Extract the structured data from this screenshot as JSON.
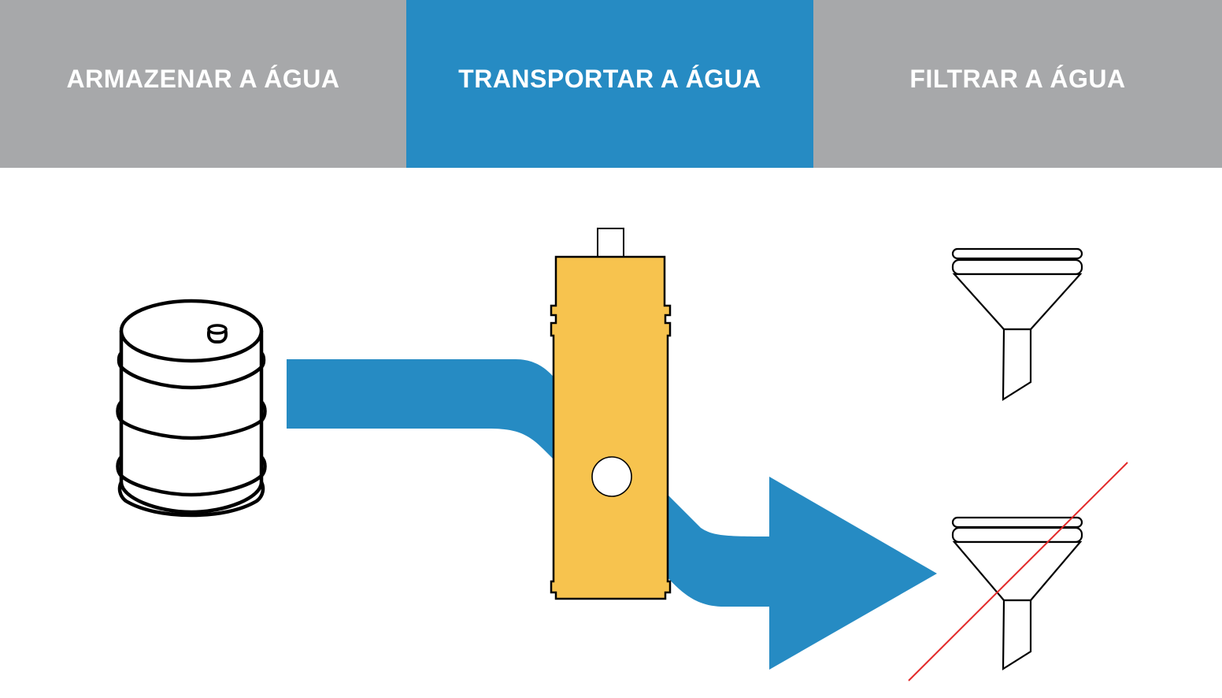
{
  "colors": {
    "tab_inactive": "#a7a8aa",
    "tab_active": "#268bc3",
    "tab_text": "#ffffff",
    "flow_arrow": "#268bc3",
    "container_fill": "#f7c34e",
    "outline": "#000000",
    "cross_out": "#e32a2a"
  },
  "tabs": [
    {
      "label": "ARMAZENAR A ÁGUA",
      "active": false
    },
    {
      "label": "TRANSPORTAR A ÁGUA",
      "active": true
    },
    {
      "label": "FILTRAR A ÁGUA",
      "active": false
    }
  ],
  "icons": {
    "storage": "barrel-icon",
    "transport": "water-container-icon",
    "filter_top": "funnel-icon",
    "filter_bottom": "funnel-icon",
    "flow": "flow-arrow-icon",
    "cross": "cross-out-line"
  }
}
